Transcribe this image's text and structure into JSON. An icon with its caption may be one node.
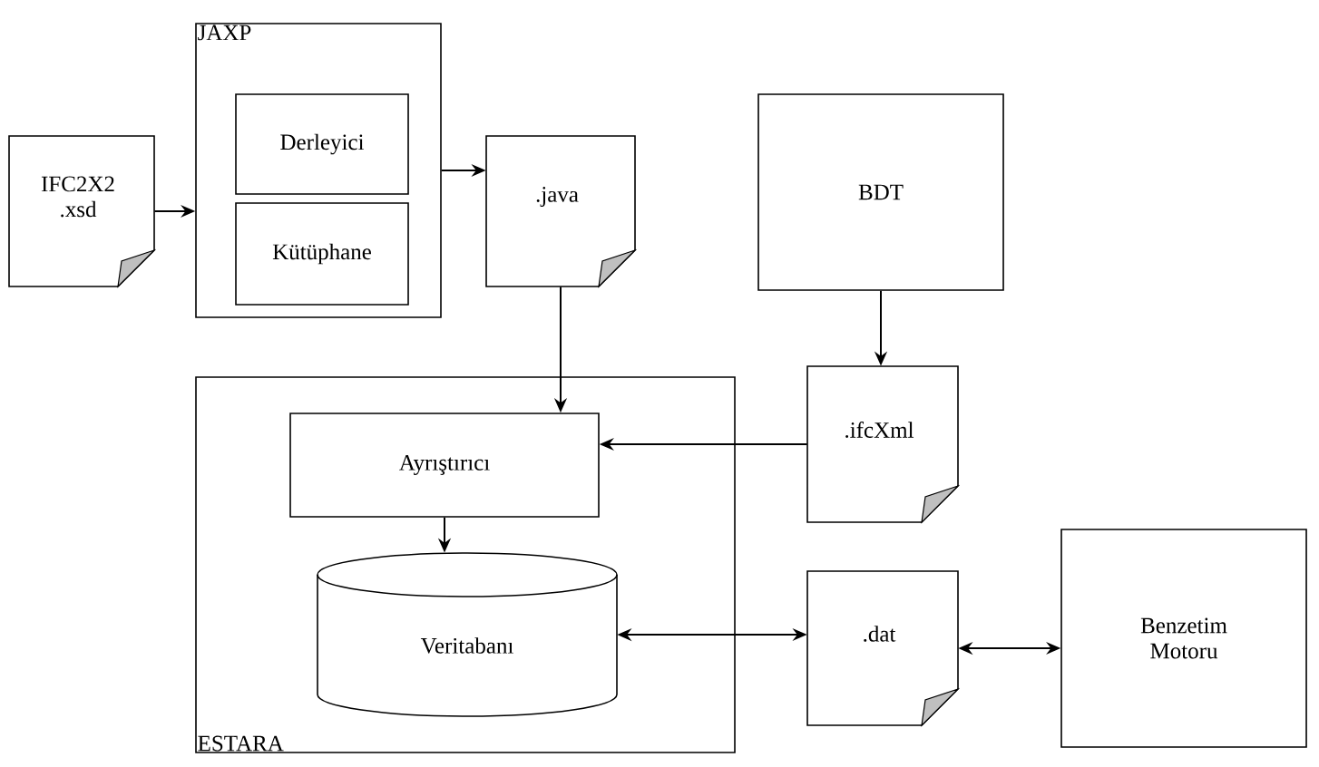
{
  "diagram": {
    "nodes": [
      {
        "text": [
          "IFC2X2 .xsd"
        ]
      },
      {
        "text": [
          "JAXP"
        ]
      },
      {
        "text": [
          "Derleyici"
        ],
        "in": 1
      },
      {
        "text": [
          "Kütüphane"
        ],
        "in": 1
      },
      {
        "text": [
          ".java"
        ]
      },
      {
        "text": [
          "BDT"
        ]
      },
      {
        "text": [
          "ESTARA"
        ]
      },
      {
        "text": [
          "Ayrıştırıcı"
        ],
        "in": 6
      },
      {
        "text": [
          "Veritabanı"
        ],
        "in": 6
      },
      {
        "text": [
          ".ifcXml"
        ]
      },
      {
        "text": [
          ".dat"
        ]
      },
      {
        "text": [
          "Benzetim Motoru"
        ]
      }
    ],
    "edges": [
      {
        "from": 0,
        "to": 1,
        "arrow": "to"
      },
      {
        "from": 1,
        "to": 4,
        "arrow": "to"
      },
      {
        "from": 4,
        "to": 7,
        "arrow": "to"
      },
      {
        "from": 5,
        "to": 9,
        "arrow": "to"
      },
      {
        "from": 9,
        "to": 7,
        "arrow": "to"
      },
      {
        "from": 7,
        "to": 8,
        "arrow": "to"
      },
      {
        "from": 8,
        "to": 10,
        "arrow": "both"
      },
      {
        "from": 10,
        "to": 11,
        "arrow": "both"
      }
    ]
  }
}
